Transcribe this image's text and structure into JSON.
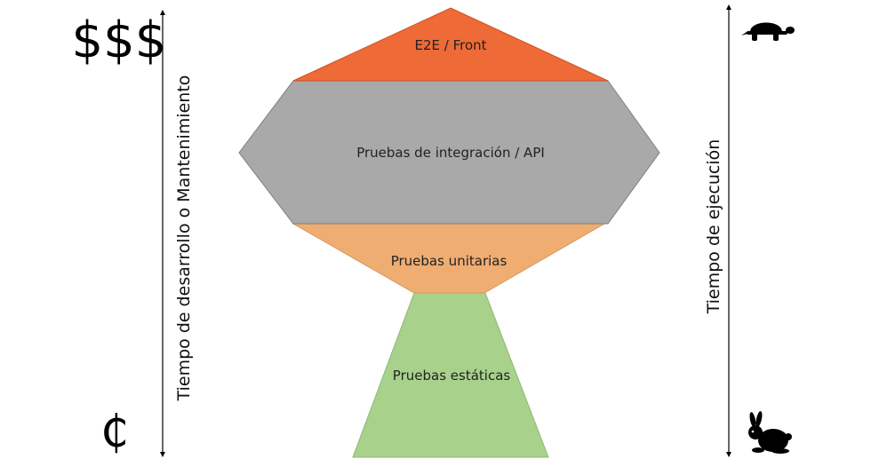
{
  "diagram": {
    "layers": [
      {
        "id": "e2e",
        "label": "E2E / Front",
        "color": "#ee6a36"
      },
      {
        "id": "integration",
        "label": "Pruebas de integración / API",
        "color": "#a9a9a9"
      },
      {
        "id": "unit",
        "label": "Pruebas unitarias",
        "color": "#efad72"
      },
      {
        "id": "static",
        "label": "Pruebas estáticas",
        "color": "#a8d18c"
      }
    ],
    "left_axis": {
      "label": "Tiempo de desarrollo o Mantenimiento",
      "top_symbol": "$$$",
      "bottom_symbol": "₵"
    },
    "right_axis": {
      "label": "Tiempo de ejecución",
      "top_icon": "turtle-icon",
      "bottom_icon": "rabbit-icon"
    }
  }
}
